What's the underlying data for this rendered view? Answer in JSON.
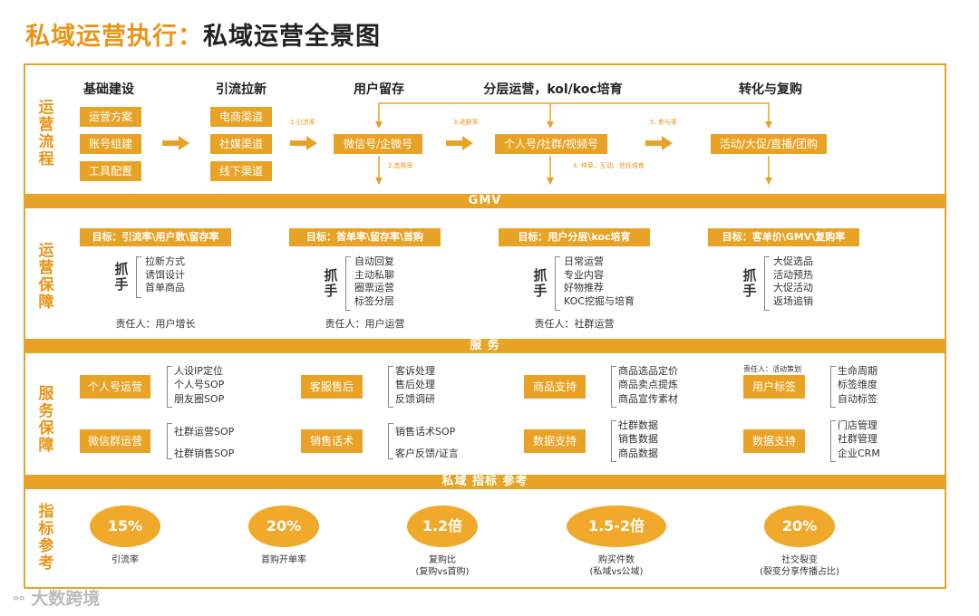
{
  "title": {
    "part1": "私域运营执行：",
    "part2": "私域运营全景图"
  },
  "sections": {
    "process": "运营流程",
    "guarantee": "运营保障",
    "service": "服务保障",
    "indicator": "指标参考"
  },
  "bands": {
    "gmv": "GMV",
    "service": "服  务",
    "indicator": "私域 指标 参考"
  },
  "process": {
    "headers": [
      "基础建设",
      "引流拉新",
      "用户留存",
      "分层运营，kol/koc培育",
      "转化与复购"
    ],
    "basic": [
      "运营方案",
      "账号组建",
      "工具配置"
    ],
    "traffic": [
      "电商渠道",
      "社媒渠道",
      "线下渠道"
    ],
    "retain": "微信号/企微号",
    "layered": "个人号/社群/视频号",
    "convert": "活动/大促/直播/团购",
    "labels": {
      "l1": "1.引流率",
      "l2": "2.首购率",
      "l3": "3.进群率",
      "l4": "4. 种草、互动、信任培育",
      "l5": "5. 参与率"
    }
  },
  "guarantee": [
    {
      "goal": "目标：引流率\\用户数\\留存率",
      "grab": "抓手",
      "items": [
        "拉新方式",
        "诱饵设计",
        "首单商品"
      ],
      "owner": "责任人：用户增长"
    },
    {
      "goal": "目标：首单率\\留存率\\首购",
      "grab": "抓手",
      "items": [
        "自动回复",
        "主动私聊",
        "圈票运营",
        "标签分层"
      ],
      "owner": "责任人：用户运营"
    },
    {
      "goal": "目标：用户分层\\koc培育",
      "grab": "抓手",
      "items": [
        "日常运营",
        "专业内容",
        "好物推荐",
        "KOC挖掘与培育"
      ],
      "owner": "责任人：社群运营"
    },
    {
      "goal": "目标：客单价\\GMV\\复购率",
      "grab": "抓手",
      "items": [
        "大促选品",
        "活动预热",
        "大促活动",
        "返场追销"
      ],
      "owner": ""
    }
  ],
  "service": {
    "col1": [
      {
        "label": "个人号运营",
        "items": [
          "人设IP定位",
          "个人号SOP",
          "朋友圈SOP"
        ]
      },
      {
        "label": "微信群运营",
        "items": [
          "社群运营SOP",
          "社群销售SOP"
        ]
      }
    ],
    "col2": [
      {
        "label": "客服售后",
        "items": [
          "客诉处理",
          "售后处理",
          "反馈调研"
        ]
      },
      {
        "label": "销售话术",
        "items": [
          "销售话术SOP",
          "客户反馈/证言"
        ]
      }
    ],
    "col3": [
      {
        "label": "商品支持",
        "items": [
          "商品选品定价",
          "商品卖点提炼",
          "商品宣传素材"
        ]
      },
      {
        "label": "数据支持",
        "items": [
          "社群数据",
          "销售数据",
          "商品数据"
        ]
      }
    ],
    "col4_owner": "责任人：活动策划",
    "col4": [
      {
        "label": "用户标签",
        "items": [
          "生命周期",
          "标签维度",
          "自动标签"
        ]
      },
      {
        "label": "数据支持",
        "items": [
          "门店管理",
          "社群管理",
          "企业CRM"
        ]
      }
    ]
  },
  "indicators": [
    {
      "value": "15%",
      "label": "引流率"
    },
    {
      "value": "20%",
      "label": "首购开单率"
    },
    {
      "value": "1.2倍",
      "label": "复购比\n(复购vs首购)"
    },
    {
      "value": "1.5-2倍",
      "label": "购买件数\n(私域vs公域)"
    },
    {
      "value": "20%",
      "label": "社交裂变\n(裂变分享传播占比)"
    }
  ],
  "watermark": "大数跨境",
  "accent": "#e8a326"
}
